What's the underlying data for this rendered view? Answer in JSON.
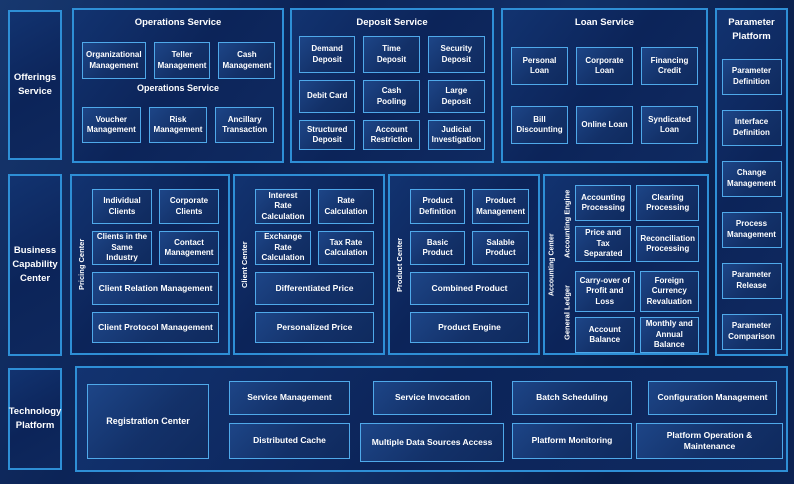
{
  "colors": {
    "background": "#0c2457",
    "panel_border": "#2e8fd6",
    "box_border": "#4fa9ea",
    "box_fill": "#133169",
    "text": "#ffffff"
  },
  "sidebar": {
    "offerings": "Offerings Service",
    "business": "Business Capability Center",
    "technology": "Technology Platform"
  },
  "operations": {
    "title": "Operations Service",
    "mid_label": "Operations Service",
    "row1": [
      "Organizational Management",
      "Teller Management",
      "Cash Management"
    ],
    "row2": [
      "Voucher Management",
      "Risk Management",
      "Ancillary Transaction"
    ]
  },
  "deposit": {
    "title": "Deposit Service",
    "items": [
      "Demand Deposit",
      "Time Deposit",
      "Security Deposit",
      "Debit Card",
      "Cash Pooling",
      "Large Deposit",
      "Structured Deposit",
      "Account Restriction",
      "Judicial Investigation"
    ]
  },
  "loan": {
    "title": "Loan Service",
    "items": [
      "Personal Loan",
      "Corporate Loan",
      "Financing Credit",
      "Bill Discounting",
      "Online Loan",
      "Syndicated Loan"
    ]
  },
  "parameter_platform": {
    "title": "Parameter Platform",
    "items": [
      "Parameter Definition",
      "Interface Definition",
      "Change Management",
      "Process Management",
      "Parameter Release",
      "Parameter Comparison"
    ]
  },
  "pricing_center": {
    "label": "Pricing Center",
    "small": [
      "Individual Clients",
      "Corporate Clients",
      "Clients in the Same Industry",
      "Contact Management"
    ],
    "wide": [
      "Client Relation Management",
      "Client Protocol Management"
    ]
  },
  "client_center": {
    "label": "Client Center",
    "small": [
      "Interest Rate Calculation",
      "Rate Calculation",
      "Exchange Rate Calculation",
      "Tax Rate Calculation"
    ],
    "wide": [
      "Differentiated Price",
      "Personalized Price"
    ]
  },
  "product_center": {
    "label": "Product Center",
    "small": [
      "Product Definition",
      "Product Management",
      "Basic Product",
      "Salable Product"
    ],
    "wide": [
      "Combined Product",
      "Product Engine"
    ]
  },
  "accounting_center": {
    "label": "Accounting Center",
    "engine": {
      "label": "Accounting Engine",
      "items": [
        "Accounting Processing",
        "Clearing Processing",
        "Price and Tax Separated",
        "Reconciliation Processing"
      ]
    },
    "ledger": {
      "label": "General Ledger",
      "items": [
        "Carry-over of Profit and Loss",
        "Foreign Currency Revaluation",
        "Account Balance",
        "Monthly and Annual Balance"
      ]
    }
  },
  "technology": {
    "registration": "Registration Center",
    "row1": [
      "Service Management",
      "Service Invocation",
      "Batch Scheduling",
      "Configuration Management"
    ],
    "row2": [
      "Distributed Cache",
      "Multiple Data Sources Access",
      "Platform Monitoring",
      "Platform Operation & Maintenance"
    ]
  }
}
